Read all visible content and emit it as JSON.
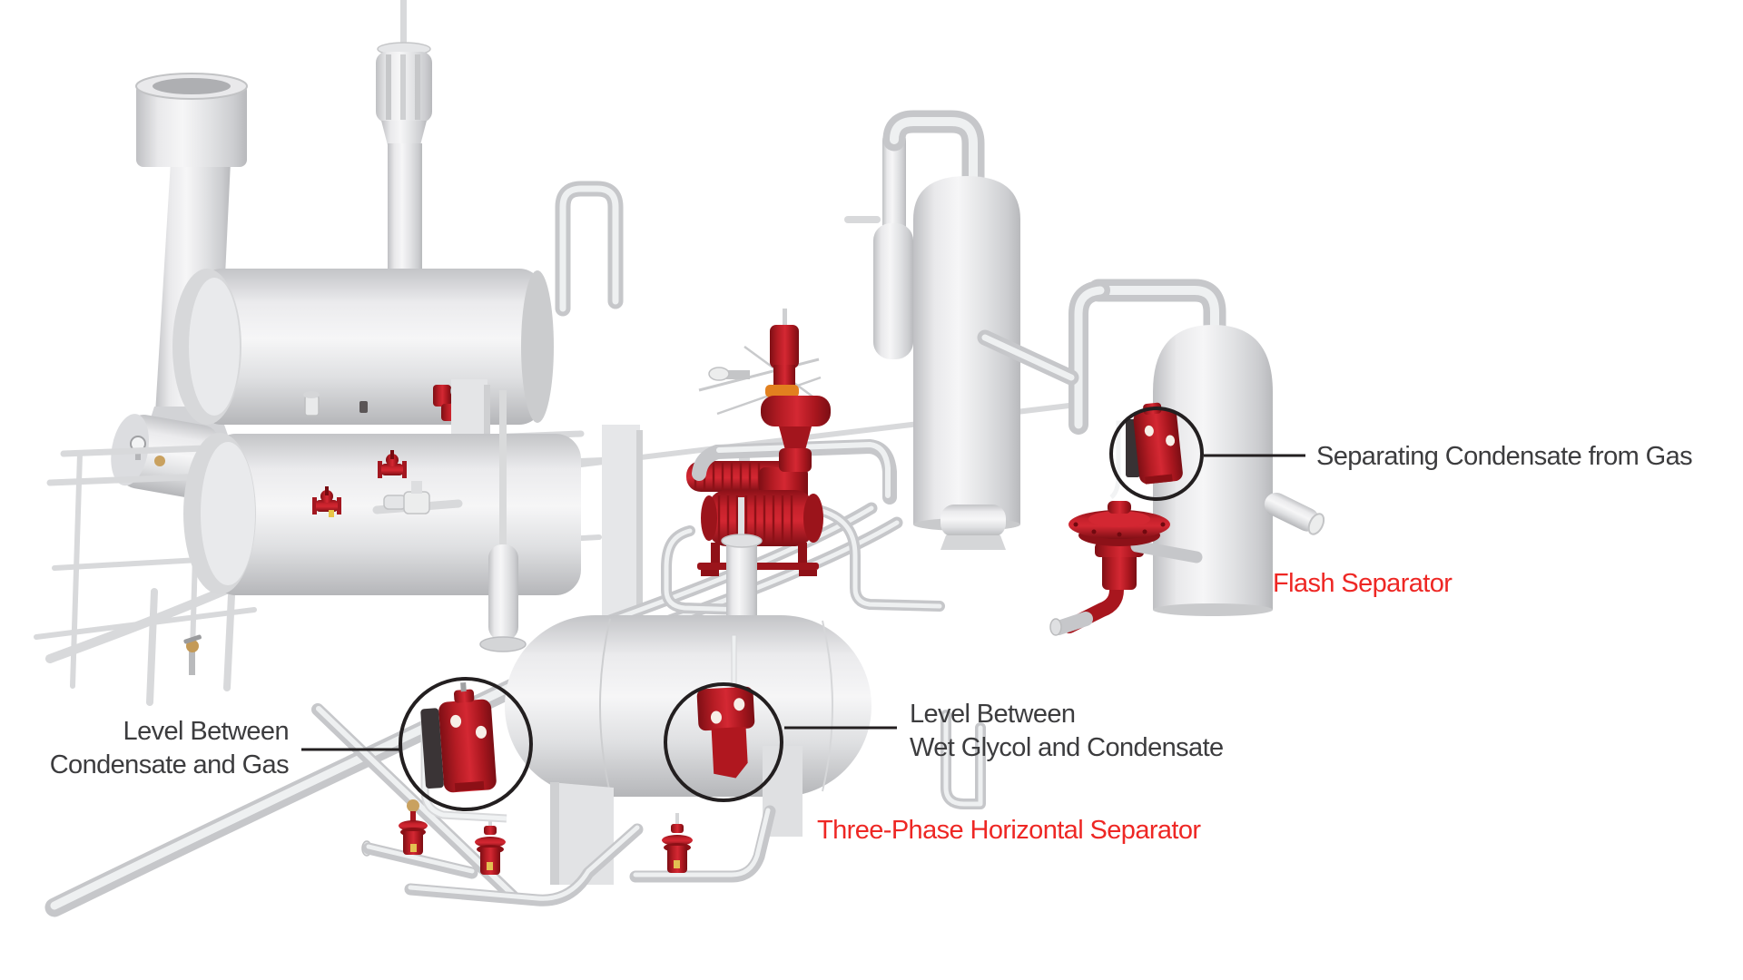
{
  "diagram": {
    "kind": "process-equipment-illustration",
    "labels": {
      "separating_condensate_from_gas": {
        "text": "Separating Condensate from Gas"
      },
      "flash_separator": {
        "text": "Flash Separator"
      },
      "level_between_condensate_and_gas": {
        "lines": [
          "Level Between",
          "Condensate and Gas"
        ]
      },
      "level_between_wet_glycol_and_condensate": {
        "lines": [
          "Level Between",
          "Wet Glycol and Condensate"
        ]
      },
      "three_phase_horizontal_separator": {
        "text": "Three-Phase Horizontal Separator"
      }
    },
    "colors": {
      "background": "#ffffff",
      "label_dark": "#3c3c3e",
      "label_red": "#ee2724",
      "callout_stroke": "#231f20",
      "component_red": "#c01f2a",
      "component_red_dark": "#8c1219",
      "equipment_light": "#f2f2f3",
      "equipment_mid": "#d9dadc",
      "equipment_dark": "#b7b8bb"
    }
  }
}
